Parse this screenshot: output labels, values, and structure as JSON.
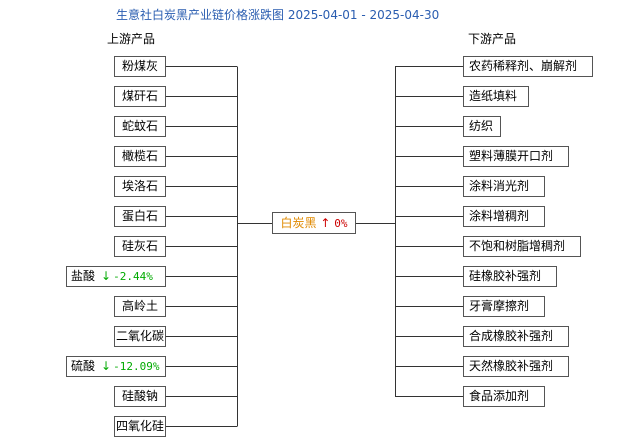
{
  "title": "生意社白炭黑产业链价格涨跌图 2025-04-01 - 2025-04-30",
  "upstream_label": "上游产品",
  "downstream_label": "下游产品",
  "center": {
    "name": "白炭黑",
    "arrow": "↑",
    "change": "0%",
    "name_color": "#e08a00",
    "change_color": "#cc0000"
  },
  "upstream": [
    {
      "name": "粉煤灰"
    },
    {
      "name": "煤矸石"
    },
    {
      "name": "蛇蚊石"
    },
    {
      "name": "橄榄石"
    },
    {
      "name": "埃洛石"
    },
    {
      "name": "蛋白石"
    },
    {
      "name": "硅灰石"
    },
    {
      "name": "盐酸",
      "arrow": "↓",
      "change": "-2.44%",
      "color": "#00aa00"
    },
    {
      "name": "高岭土"
    },
    {
      "name": "二氧化碳"
    },
    {
      "name": "硫酸",
      "arrow": "↓",
      "change": "-12.09%",
      "color": "#00aa00"
    },
    {
      "name": "硅酸钠"
    },
    {
      "name": "四氧化硅"
    }
  ],
  "downstream": [
    {
      "name": "农药稀释剂、崩解剂"
    },
    {
      "name": "造纸填料"
    },
    {
      "name": "纺织"
    },
    {
      "name": "塑料薄膜开口剂"
    },
    {
      "name": "涂料消光剂"
    },
    {
      "name": "涂料增稠剂"
    },
    {
      "name": "不饱和树脂增稠剂"
    },
    {
      "name": "硅橡胶补强剂"
    },
    {
      "name": "牙膏摩擦剂"
    },
    {
      "name": "合成橡胶补强剂"
    },
    {
      "name": "天然橡胶补强剂"
    },
    {
      "name": "食品添加剂"
    }
  ]
}
